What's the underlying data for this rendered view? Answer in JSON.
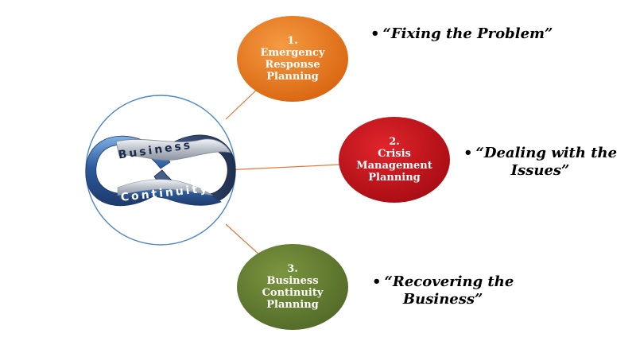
{
  "colors": {
    "ring": "#4a86c8",
    "connector": "#e07a3a",
    "node1": "#e8761f",
    "node2": "#c8111a",
    "node3": "#627a32",
    "infinity_blue": "#2c5a9c",
    "infinity_dark": "#263a5e",
    "infinity_silver": "#c9cdd3"
  },
  "logo": {
    "icon": "infinity-icon",
    "word_top": "Business",
    "word_bottom": "Continuity"
  },
  "nodes": [
    {
      "number": "1.",
      "lines": [
        "Emergency",
        "Response",
        "Planning"
      ]
    },
    {
      "number": "2.",
      "lines": [
        "Crisis",
        "Management",
        "Planning"
      ]
    },
    {
      "number": "3.",
      "lines": [
        "Business",
        "Continuity",
        "Planning"
      ]
    }
  ],
  "quotes": [
    {
      "bullet": "•",
      "lines": [
        "“Fixing the Problem”"
      ]
    },
    {
      "bullet": "•",
      "lines": [
        "“Dealing with the",
        "Issues”"
      ]
    },
    {
      "bullet": "•",
      "lines": [
        "“Recovering the",
        "Business”"
      ]
    }
  ]
}
